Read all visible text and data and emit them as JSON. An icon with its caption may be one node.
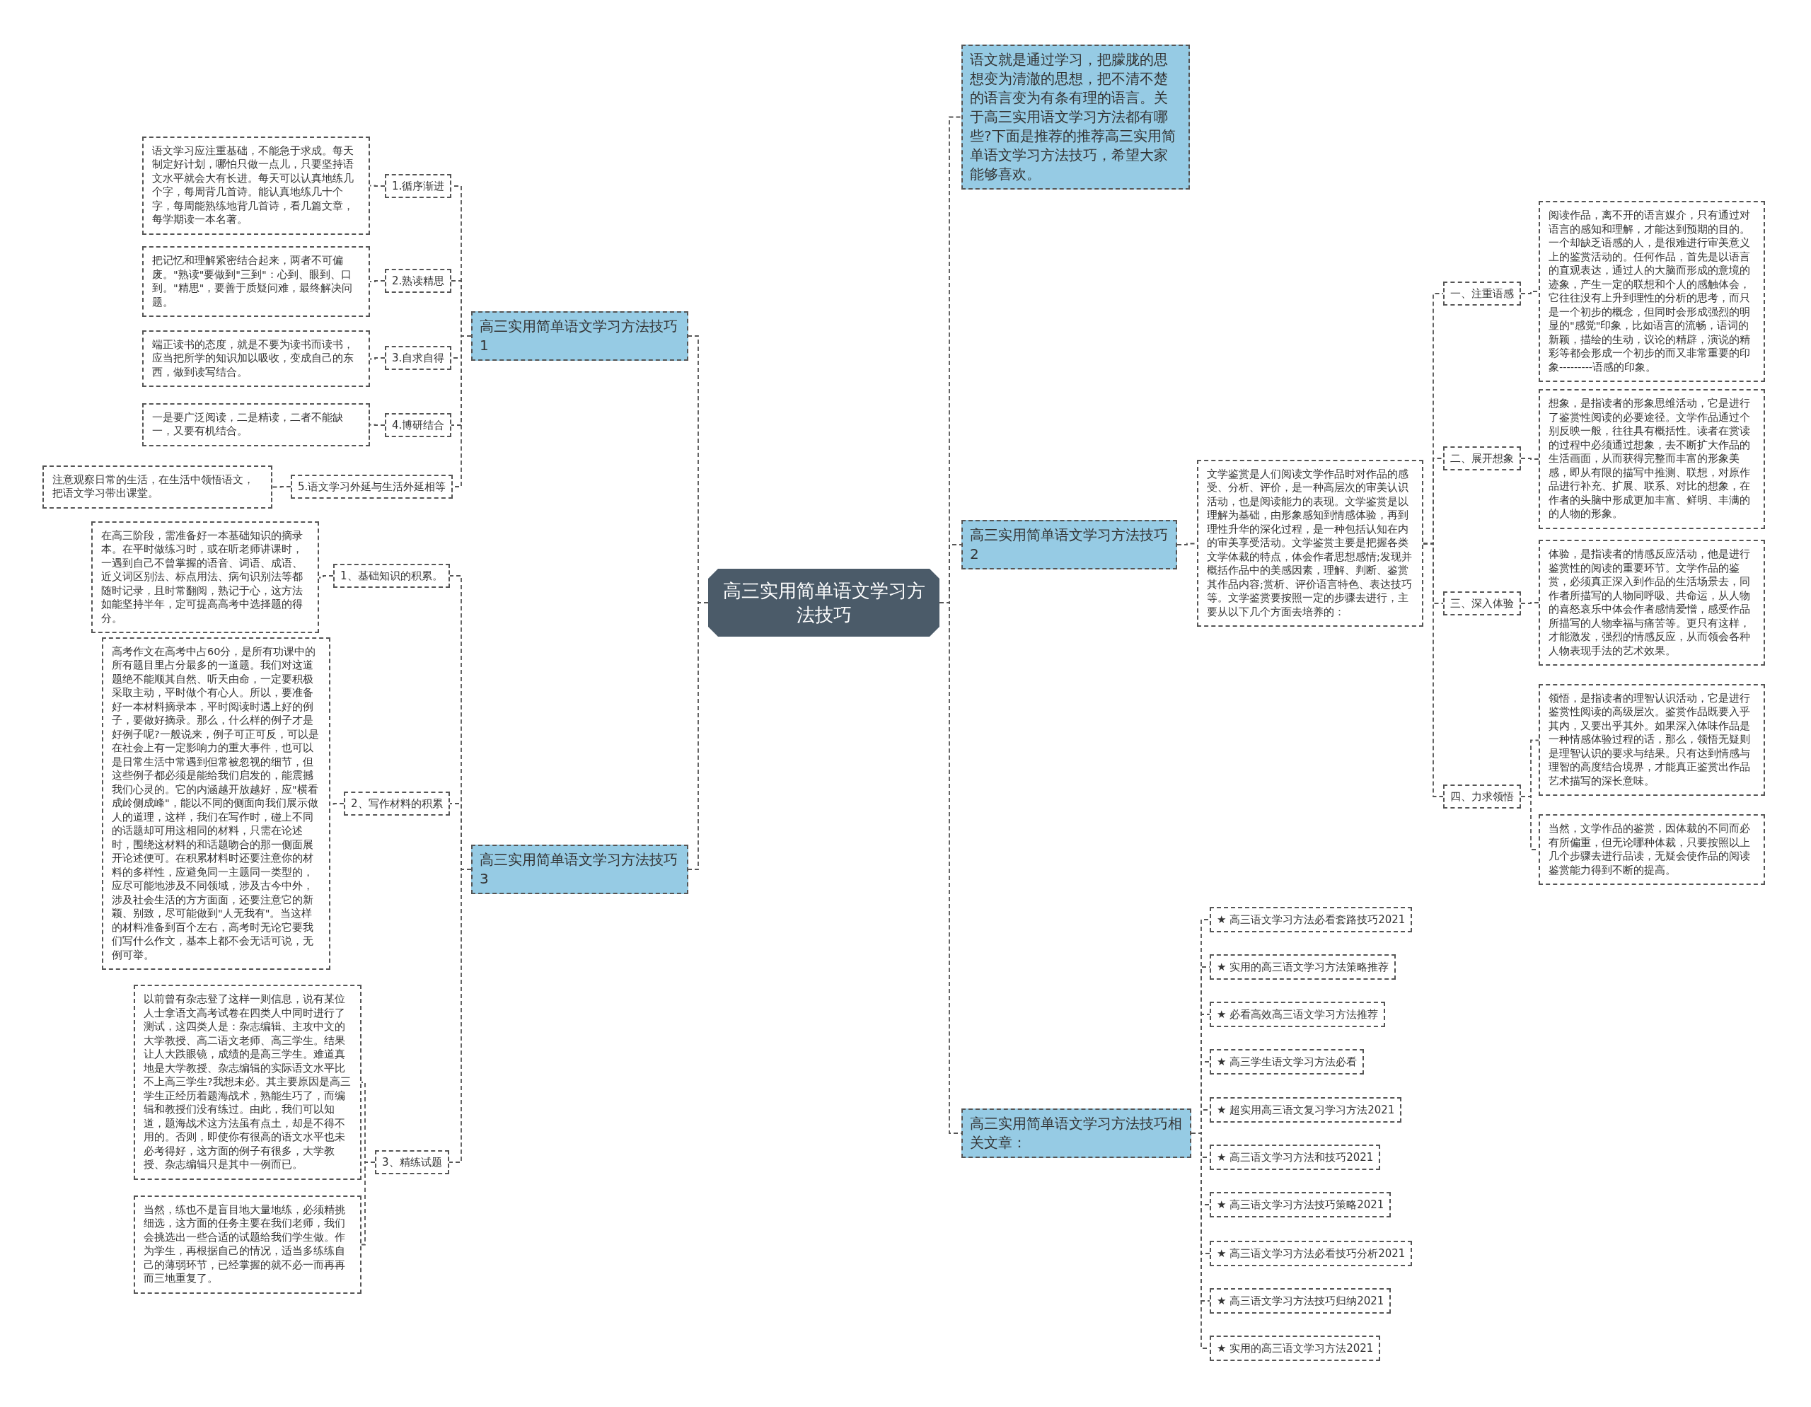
{
  "diagram": {
    "nodes": [
      {
        "text": [
          "高三实用简单语文学习方法技巧"
        ]
      },
      {
        "text": [
          "语文就是通过学习，把朦胧的思想变为清澈的思想，把不清不楚的语言变为有条有理的语言。关于高三实用语文学习方法都有哪些?下面是推荐的推荐高三实用简单语文学习方法技巧，希望大家能够喜欢。"
        ]
      },
      {
        "text": [
          "高三实用简单语文学习方法技巧1"
        ]
      },
      {
        "text": [
          "1.循序渐进"
        ]
      },
      {
        "text": [
          "语文学习应注重基础，不能急于求成。每天制定好计划，哪怕只做一点儿，只要坚持语文水平就会大有长进。每天可以认真地练几个字，每周背几首诗。能认真地练几十个字，每周能熟练地背几首诗，看几篇文章，每学期读一本名著。"
        ]
      },
      {
        "text": [
          "2.熟读精思"
        ]
      },
      {
        "text": [
          "把记忆和理解紧密结合起来，两者不可偏废。\"熟读\"要做到\"三到\"：心到、眼到、口到。\"精思\"，要善于质疑问难，最终解决问题。"
        ]
      },
      {
        "text": [
          "3.自求自得"
        ]
      },
      {
        "text": [
          "端正读书的态度，就是不要为读书而读书，应当把所学的知识加以吸收，变成自己的东西，做到读写结合。"
        ]
      },
      {
        "text": [
          "4.博研结合"
        ]
      },
      {
        "text": [
          "一是要广泛阅读，二是精读，二者不能缺一，又要有机结合。"
        ]
      },
      {
        "text": [
          "5.语文学习外延与生活外延相等"
        ]
      },
      {
        "text": [
          "注意观察日常的生活，在生活中领悟语文，把语文学习带出课堂。"
        ]
      },
      {
        "text": [
          "高三实用简单语文学习方法技巧3"
        ]
      },
      {
        "text": [
          "1、基础知识的积累。"
        ]
      },
      {
        "text": [
          "在高三阶段，需准备好一本基础知识的摘录本。在平时做练习时，或在听老师讲课时，一遇到自己不曾掌握的语音、词语、成语、近义词区别法、标点用法、病句识别法等都随时记录，且时常翻阅，熟记于心，这方法如能坚持半年，定可提高高考中选择题的得分。"
        ]
      },
      {
        "text": [
          "2、写作材料的积累"
        ]
      },
      {
        "text": [
          "高考作文在高考中占60分，是所有功课中的所有题目里占分最多的一道题。我们对这道题绝不能顺其自然、听天由命，一定要积极采取主动，平时做个有心人。所以，要准备好一本材料摘录本，平时阅读时遇上好的例子，要做好摘录。那么，什么样的例子才是好例子呢?一般说来，例子可正可反，可以是在社会上有一定影响力的重大事件，也可以是日常生活中常遇到但常被忽视的细节，但这些例子都必须是能给我们启发的，能震撼我们心灵的。它的内涵越开放越好，应\"横看成岭侧成峰\"，能以不同的侧面向我们展示做人的道理，这样，我们在写作时，碰上不同的话题却可用这相同的材料，只需在论述时，围绕这材料的和话题吻合的那一侧面展开论述便可。在积累材料时还要注意你的材料的多样性，应避免同一主题同一类型的，应尽可能地涉及不同领域，涉及古今中外，涉及社会生活的方方面面，还要注意它的新颖、别致，尽可能做到\"人无我有\"。当这样的材料准备到百个左右，高考时无论它要我们写什么作文，基本上都不会无话可说，无例可举。"
        ]
      },
      {
        "text": [
          "3、精练试题"
        ]
      },
      {
        "text": [
          "以前曾有杂志登了这样一则信息，说有某位人士拿语文高考试卷在四类人中同时进行了测试，这四类人是：杂志编辑、主攻中文的大学教授、高二语文老师、高三学生。结果让人大跌眼镜，成绩的是高三学生。难道真地是大学教授、杂志编辑的实际语文水平比不上高三学生?我想未必。其主要原因是高三学生正经历着题海战术，熟能生巧了，而编辑和教授们没有练过。由此，我们可以知道，题海战术这方法虽有点土，却是不得不用的。否则，即使你有很高的语文水平也未必考得好，这方面的例子有很多，大学教授、杂志编辑只是其中一例而已。"
        ]
      },
      {
        "text": [
          "当然，练也不是盲目地大量地练，必须精挑细选，这方面的任务主要在我们老师，我们会挑选出一些合适的试题给我们学生做。作为学生，再根据自己的情况，适当多练练自己的薄弱环节，已经掌握的就不必一而再再而三地重复了。"
        ]
      },
      {
        "text": [
          "高三实用简单语文学习方法技巧2"
        ]
      },
      {
        "text": [
          "文学鉴赏是人们阅读文学作品时对作品的感受、分析、评价，是一种高层次的审美认识活动，也是阅读能力的表现。文学鉴赏是以理解为基础，由形象感知到情感体验，再到理性升华的深化过程，是一种包括认知在内的审美享受活动。文学鉴赏主要是把握各类文学体裁的特点，体会作者思想感情;发现并概括作品中的美感因素，理解、判断、鉴赏其作品内容;赏析、评价语言特色、表达技巧等。文学鉴赏要按照一定的步骤去进行，主要从以下几个方面去培养的："
        ]
      },
      {
        "text": [
          "一、注重语感"
        ]
      },
      {
        "text": [
          "阅读作品，离不开的语言媒介，只有通过对语言的感知和理解，才能达到预期的目的。一个却缺乏语感的人，是很难进行审美意义上的鉴赏活动的。任何作品，首先是以语言的直观表达，通过人的大脑而形成的意境的迹象，产生一定的联想和个人的感触体会，它往往没有上升到理性的分析的思考，而只是一个初步的概念，但同时会形成强烈的明显的\"感觉\"印象，比如语言的流畅，语词的新颖，描绘的生动，议论的精辟，演说的精彩等都会形成一个初步的而又非常重要的印象---------语感的印象。"
        ]
      },
      {
        "text": [
          "二、展开想象"
        ]
      },
      {
        "text": [
          "想象，是指读者的形象思维活动，它是进行了鉴赏性阅读的必要途径。文学作品通过个别反映一般，往往具有概括性。读者在赏读的过程中必须通过想象，去不断扩大作品的生活画面，从而获得完整而丰富的形象美感，即从有限的描写中推测、联想，对原作品进行补充、扩展、联系、对比的想象，在作者的头脑中形成更加丰富、鲜明、丰满的的人物的形象。"
        ]
      },
      {
        "text": [
          "三、深入体验"
        ]
      },
      {
        "text": [
          "体验，是指读者的情感反应活动，他是进行鉴赏性的阅读的重要环节。文学作品的鉴赏，必须真正深入到作品的生活场景去，同作者所描写的人物同呼吸、共命运，从人物的喜怒哀乐中体会作者感情爱憎，感受作品所描写的人物幸福与痛苦等。更只有这样，才能激发，强烈的情感反应，从而领会各种人物表现手法的艺术效果。"
        ]
      },
      {
        "text": [
          "四、力求领悟"
        ]
      },
      {
        "text": [
          "领悟，是指读者的理智认识活动，它是进行鉴赏性阅读的高级层次。鉴赏作品既要入乎其内，又要出乎其外。如果深入体味作品是一种情感体验过程的话，那么，领悟无疑则是理智认识的要求与结果。只有达到情感与理智的高度结合境界，才能真正鉴赏出作品艺术描写的深长意味。"
        ]
      },
      {
        "text": [
          "当然，文学作品的鉴赏，因体裁的不同而必有所偏重，但无论哪种体裁，只要按照以上几个步骤去进行品读，无疑会使作品的阅读鉴赏能力得到不断的提高。"
        ]
      },
      {
        "text": [
          "高三实用简单语文学习方法技巧相关文章："
        ]
      },
      {
        "text": [
          "★ 高三语文学习方法必看套路技巧2021"
        ]
      },
      {
        "text": [
          "★ 实用的高三语文学习方法策略推荐"
        ]
      },
      {
        "text": [
          "★ 必看高效高三语文学习方法推荐"
        ]
      },
      {
        "text": [
          "★ 高三学生语文学习方法必看"
        ]
      },
      {
        "text": [
          "★ 超实用高三语文复习学习方法2021"
        ]
      },
      {
        "text": [
          "★ 高三语文学习方法和技巧2021"
        ]
      },
      {
        "text": [
          "★ 高三语文学习方法技巧策略2021"
        ]
      },
      {
        "text": [
          "★ 高三语文学习方法必看技巧分析2021"
        ]
      },
      {
        "text": [
          "★ 高三语文学习方法技巧归纳2021"
        ]
      },
      {
        "text": [
          "★ 实用的高三语文学习方法2021"
        ]
      }
    ],
    "edges": [
      {
        "from": 0,
        "to": 1,
        "arrow": "none"
      },
      {
        "from": 0,
        "to": 2,
        "arrow": "none"
      },
      {
        "from": 2,
        "to": 3,
        "arrow": "none"
      },
      {
        "from": 3,
        "to": 4,
        "arrow": "none"
      },
      {
        "from": 2,
        "to": 5,
        "arrow": "none"
      },
      {
        "from": 5,
        "to": 6,
        "arrow": "none"
      },
      {
        "from": 2,
        "to": 7,
        "arrow": "none"
      },
      {
        "from": 7,
        "to": 8,
        "arrow": "none"
      },
      {
        "from": 2,
        "to": 9,
        "arrow": "none"
      },
      {
        "from": 9,
        "to": 10,
        "arrow": "none"
      },
      {
        "from": 2,
        "to": 11,
        "arrow": "none"
      },
      {
        "from": 11,
        "to": 12,
        "arrow": "none"
      },
      {
        "from": 0,
        "to": 13,
        "arrow": "none"
      },
      {
        "from": 13,
        "to": 14,
        "arrow": "none"
      },
      {
        "from": 14,
        "to": 15,
        "arrow": "none"
      },
      {
        "from": 13,
        "to": 16,
        "arrow": "none"
      },
      {
        "from": 16,
        "to": 17,
        "arrow": "none"
      },
      {
        "from": 13,
        "to": 18,
        "arrow": "none"
      },
      {
        "from": 18,
        "to": 19,
        "arrow": "none"
      },
      {
        "from": 18,
        "to": 20,
        "arrow": "none"
      },
      {
        "from": 0,
        "to": 21,
        "arrow": "none"
      },
      {
        "from": 21,
        "to": 22,
        "arrow": "none"
      },
      {
        "from": 22,
        "to": 23,
        "arrow": "none"
      },
      {
        "from": 23,
        "to": 24,
        "arrow": "none"
      },
      {
        "from": 22,
        "to": 25,
        "arrow": "none"
      },
      {
        "from": 25,
        "to": 26,
        "arrow": "none"
      },
      {
        "from": 22,
        "to": 27,
        "arrow": "none"
      },
      {
        "from": 27,
        "to": 28,
        "arrow": "none"
      },
      {
        "from": 22,
        "to": 29,
        "arrow": "none"
      },
      {
        "from": 29,
        "to": 30,
        "arrow": "none"
      },
      {
        "from": 29,
        "to": 31,
        "arrow": "none"
      },
      {
        "from": 0,
        "to": 32,
        "arrow": "none"
      },
      {
        "from": 32,
        "to": 33,
        "arrow": "none"
      },
      {
        "from": 32,
        "to": 34,
        "arrow": "none"
      },
      {
        "from": 32,
        "to": 35,
        "arrow": "none"
      },
      {
        "from": 32,
        "to": 36,
        "arrow": "none"
      },
      {
        "from": 32,
        "to": 37,
        "arrow": "none"
      },
      {
        "from": 32,
        "to": 38,
        "arrow": "none"
      },
      {
        "from": 32,
        "to": 39,
        "arrow": "none"
      },
      {
        "from": 32,
        "to": 40,
        "arrow": "none"
      },
      {
        "from": 32,
        "to": 41,
        "arrow": "none"
      },
      {
        "from": 32,
        "to": 42,
        "arrow": "none"
      }
    ]
  }
}
